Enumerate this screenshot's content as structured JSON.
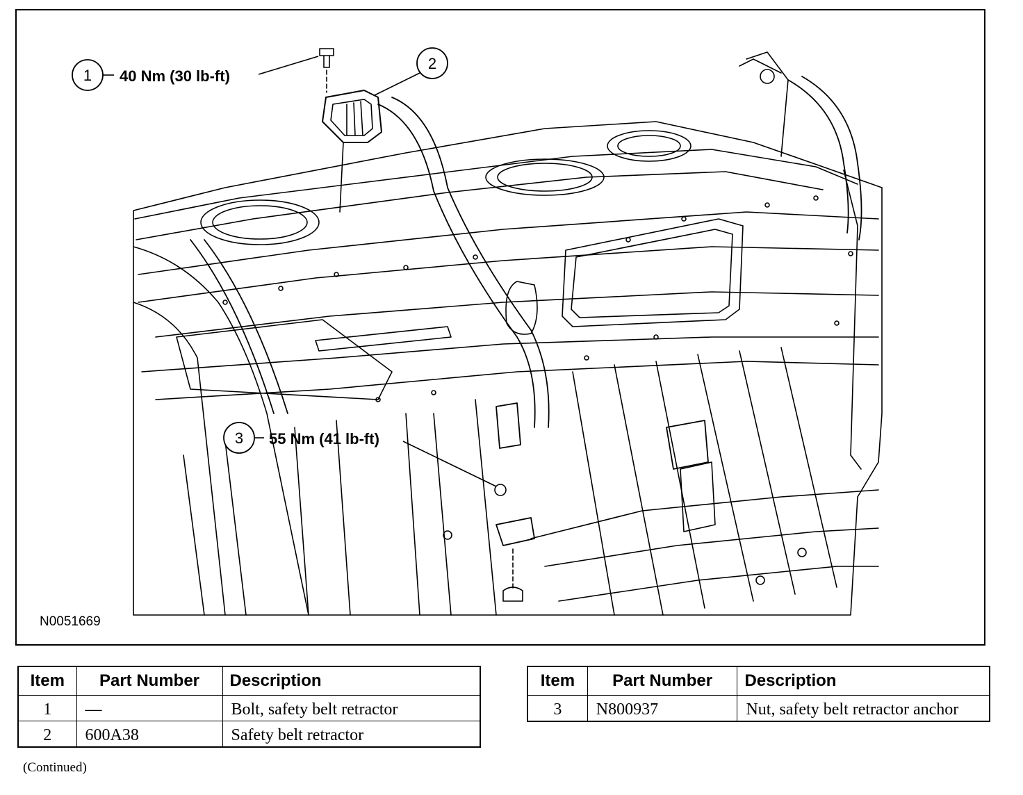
{
  "figure": {
    "id": "N0051669",
    "callouts": [
      {
        "number": "1",
        "label": "40 Nm (30 lb-ft)"
      },
      {
        "number": "2",
        "label": ""
      },
      {
        "number": "3",
        "label": "55 Nm (41 lb-ft)"
      }
    ]
  },
  "tables": {
    "headers": {
      "item": "Item",
      "part_number": "Part Number",
      "description": "Description"
    },
    "left_rows": [
      {
        "item": "1",
        "part_number": "—",
        "description": "Bolt, safety belt retractor"
      },
      {
        "item": "2",
        "part_number": "600A38",
        "description": "Safety belt retractor"
      }
    ],
    "right_rows": [
      {
        "item": "3",
        "part_number": "N800937",
        "description": "Nut, safety belt retractor anchor"
      }
    ]
  },
  "footer": {
    "continued": "(Continued)"
  }
}
